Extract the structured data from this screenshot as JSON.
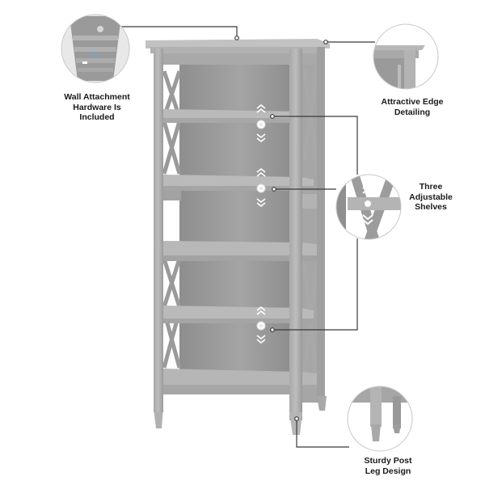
{
  "product": {
    "name": "Five-shelf bookcase with X-side panels",
    "color_hex": "#9c9c9c"
  },
  "callouts": [
    {
      "id": "wall-attachment",
      "label": "Wall Attachment Hardware Is Included",
      "lines": [
        "Wall Attachment",
        "Hardware Is",
        "Included"
      ]
    },
    {
      "id": "edge-detailing",
      "label": "Attractive Edge Detailing",
      "lines": [
        "Attractive Edge",
        "Detailing"
      ]
    },
    {
      "id": "adjustable-shelves",
      "label": "Three Adjustable Shelves",
      "lines": [
        "Three",
        "Adjustable",
        "Shelves"
      ]
    },
    {
      "id": "post-leg",
      "label": "Sturdy Post Leg Design",
      "lines": [
        "Sturdy Post",
        "Leg Design"
      ]
    }
  ],
  "icons": {
    "adjust_marker": "double-chevron-up-down-icon"
  },
  "colors": {
    "line": "#3a3a3a",
    "wood_light": "#b4b4b4",
    "wood_mid": "#9f9f9f",
    "wood_dark": "#7e7e7e",
    "circle_border": "#c8c8c8"
  }
}
